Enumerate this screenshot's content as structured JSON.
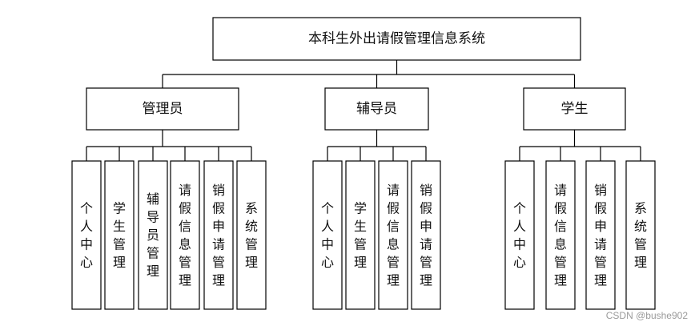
{
  "root": {
    "label": "本科生外出请假管理信息系统"
  },
  "groups": [
    {
      "label": "管理员",
      "children": [
        "个人中心",
        "学生管理",
        "辅导员管理",
        "请假信息管理",
        "销假申请管理",
        "系统管理"
      ]
    },
    {
      "label": "辅导员",
      "children": [
        "个人中心",
        "学生管理",
        "请假信息管理",
        "销假申请管理"
      ]
    },
    {
      "label": "学生",
      "children": [
        "个人中心",
        "请假信息管理",
        "销假申请管理",
        "系统管理"
      ]
    }
  ],
  "watermark": "CSDN @bushe902"
}
